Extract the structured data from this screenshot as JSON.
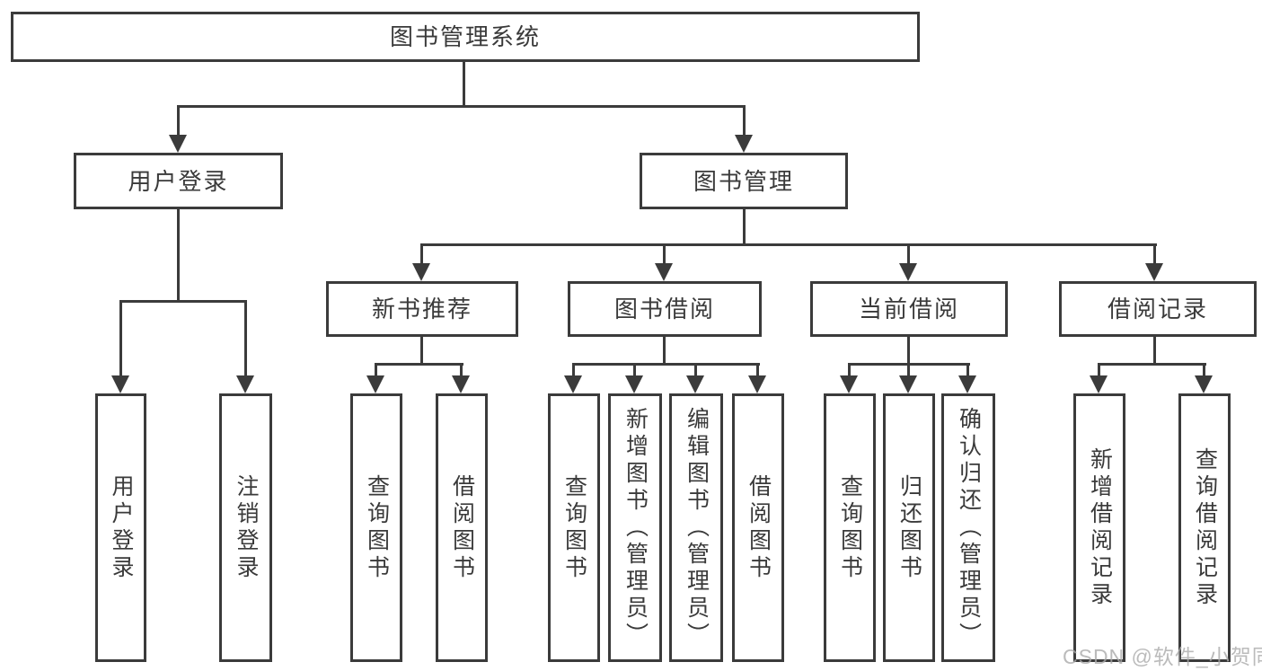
{
  "tree": {
    "label": "图书管理系统",
    "children": [
      {
        "label": "用户登录",
        "children": [
          {
            "label": "用户登录"
          },
          {
            "label": "注销登录"
          }
        ]
      },
      {
        "label": "图书管理",
        "children": [
          {
            "label": "新书推荐",
            "children": [
              {
                "label": "查询图书"
              },
              {
                "label": "借阅图书"
              }
            ]
          },
          {
            "label": "图书借阅",
            "children": [
              {
                "label": "查询图书"
              },
              {
                "label": "新增图书（管理员）"
              },
              {
                "label": "编辑图书（管理员）"
              },
              {
                "label": "借阅图书"
              }
            ]
          },
          {
            "label": "当前借阅",
            "children": [
              {
                "label": "查询图书"
              },
              {
                "label": "归还图书"
              },
              {
                "label": "确认归还（管理员）"
              }
            ]
          },
          {
            "label": "借阅记录",
            "children": [
              {
                "label": "新增借阅记录"
              },
              {
                "label": "查询借阅记录"
              }
            ]
          }
        ]
      }
    ]
  },
  "watermark": {
    "text": "CSDN @软件_小贺同学"
  },
  "colors": {
    "line": "#3b3b3b",
    "text": "#3a3a3a",
    "watermark": "#ababab",
    "background": "#ffffff"
  }
}
